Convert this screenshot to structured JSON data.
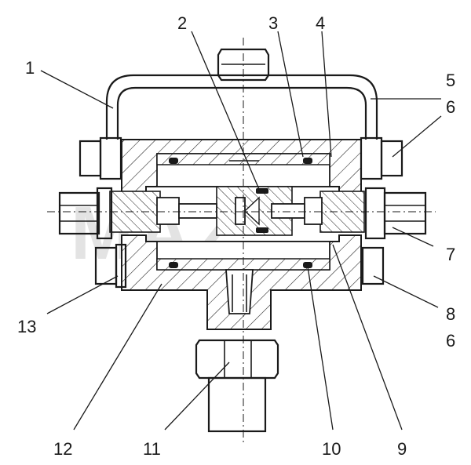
{
  "figure": {
    "watermark": "MAZ",
    "callouts": [
      {
        "id": "c1",
        "text": "1"
      },
      {
        "id": "c2",
        "text": "2"
      },
      {
        "id": "c3",
        "text": "3"
      },
      {
        "id": "c4",
        "text": "4"
      },
      {
        "id": "c5",
        "text": "5"
      },
      {
        "id": "c6a",
        "text": "6"
      },
      {
        "id": "c7",
        "text": "7"
      },
      {
        "id": "c8",
        "text": "8"
      },
      {
        "id": "c6b",
        "text": "6"
      },
      {
        "id": "c9",
        "text": "9"
      },
      {
        "id": "c10",
        "text": "10"
      },
      {
        "id": "c11",
        "text": "11"
      },
      {
        "id": "c12",
        "text": "12"
      },
      {
        "id": "c13",
        "text": "13"
      }
    ]
  }
}
